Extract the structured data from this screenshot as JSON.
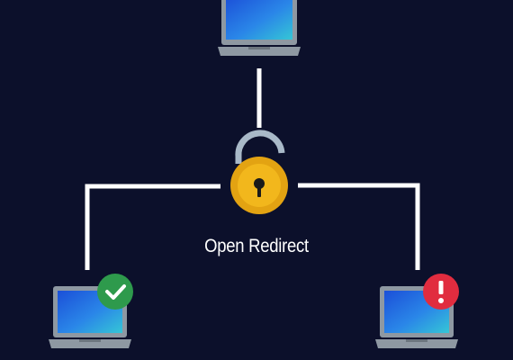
{
  "diagram": {
    "label": "Open Redirect",
    "nodes": [
      {
        "id": "top-laptop",
        "icon": "laptop-icon"
      },
      {
        "id": "left-laptop",
        "icon": "laptop-icon",
        "badge": "checkmark-icon",
        "badge_color": "#2e9a4c"
      },
      {
        "id": "right-laptop",
        "icon": "laptop-icon",
        "badge": "exclamation-icon",
        "badge_color": "#e12c3f"
      }
    ],
    "center_icon": "open-padlock-icon",
    "colors": {
      "background": "#0c102b",
      "connector": "#ffffff",
      "lock_body": "#e3a312",
      "lock_shackle": "#a9b9c8",
      "screen": "#1f7fe0",
      "laptop_frame": "#8e98a2"
    }
  }
}
